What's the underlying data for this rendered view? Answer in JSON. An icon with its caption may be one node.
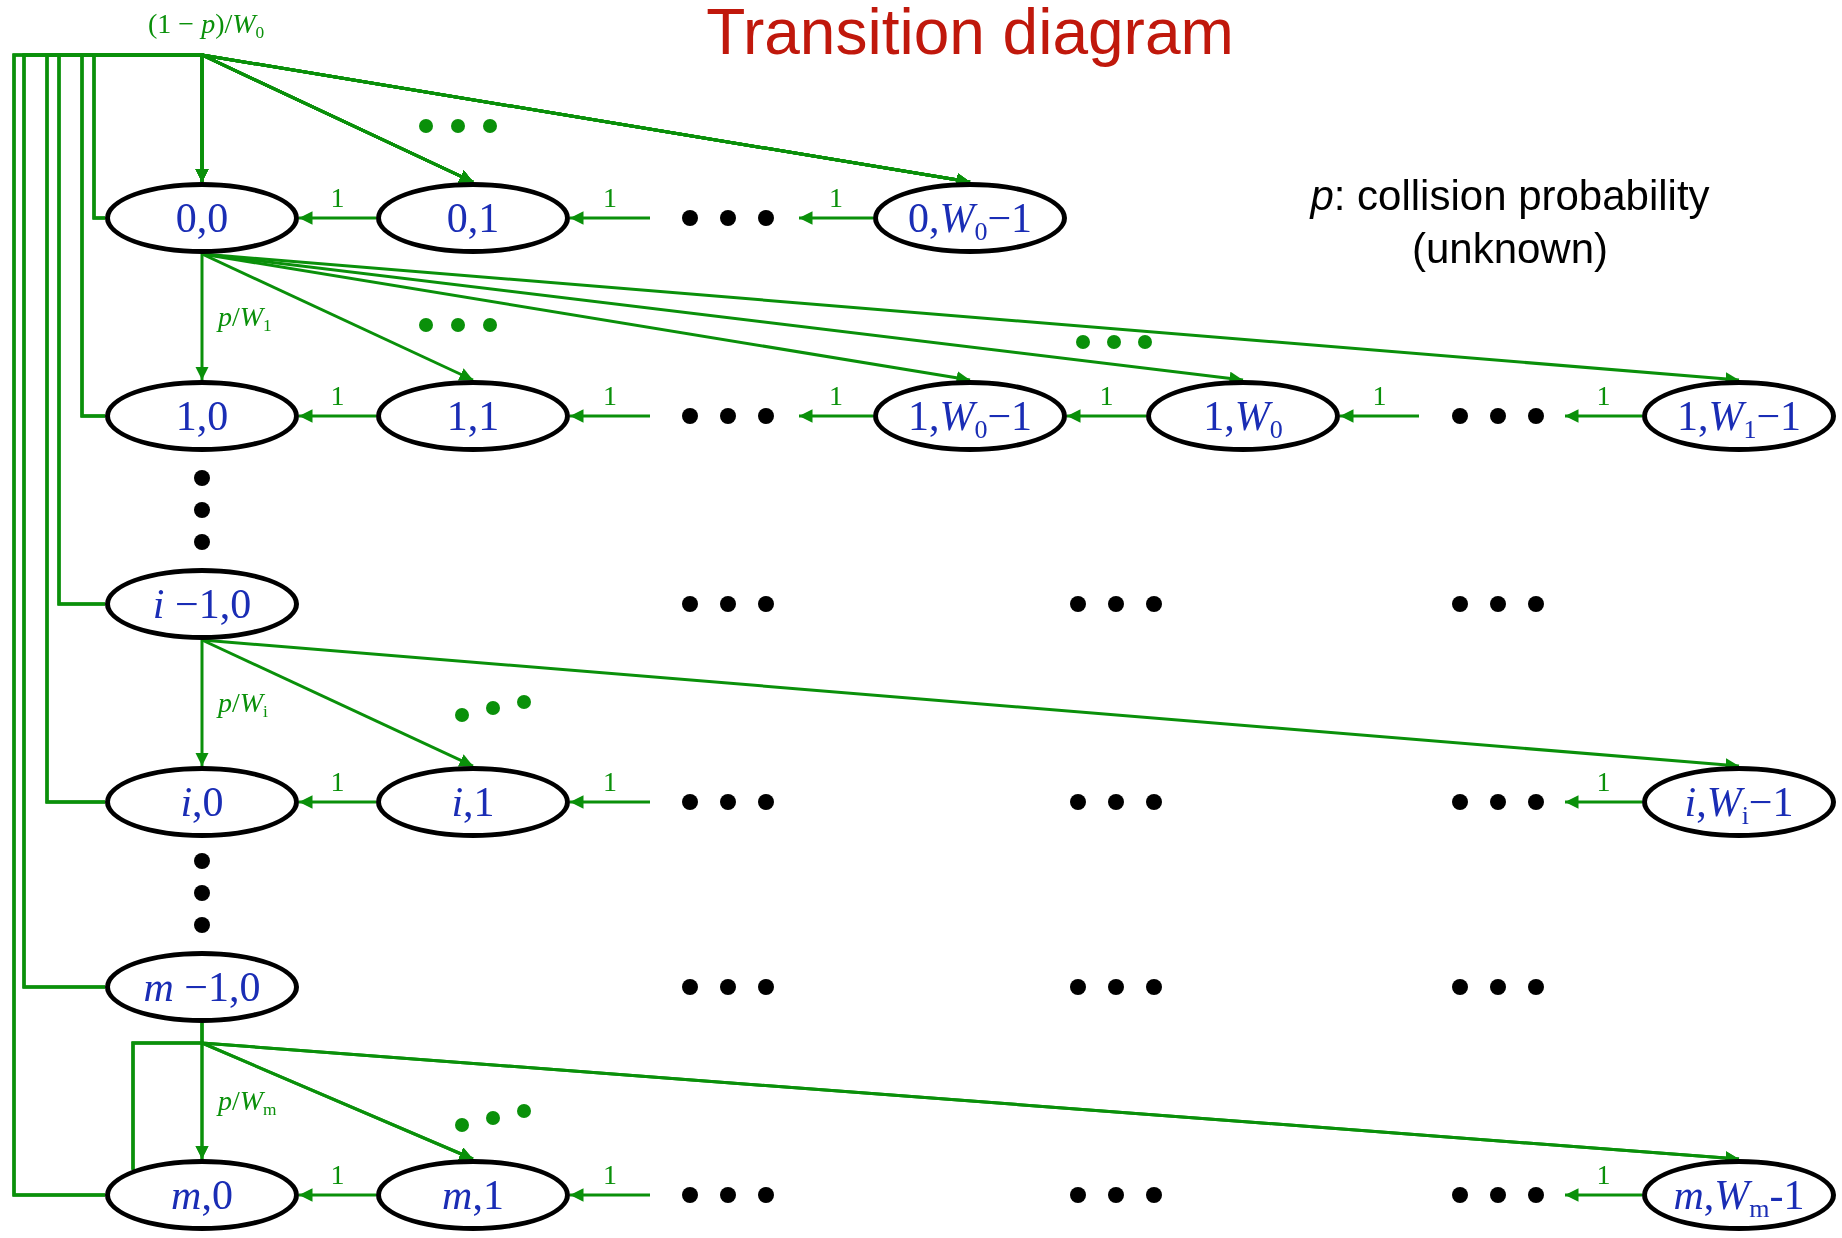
{
  "diagram": {
    "title": "Transition diagram",
    "nodes": [
      {
        "text": [
          "0,0"
        ]
      },
      {
        "text": [
          "0,1"
        ]
      },
      {
        "text": [
          "0,*W*$_{0}$−1"
        ]
      },
      {
        "text": [
          "1,0"
        ]
      },
      {
        "text": [
          "1,1"
        ]
      },
      {
        "text": [
          "1,*W*$_{0}$−1"
        ]
      },
      {
        "text": [
          "1,*W*$_{0}$"
        ]
      },
      {
        "text": [
          "1,*W*$_{1}$−1"
        ]
      },
      {
        "text": [
          "*i* −1,0"
        ]
      },
      {
        "text": [
          "*i*,0"
        ]
      },
      {
        "text": [
          "*i*,1"
        ]
      },
      {
        "text": [
          "*i*,*W*$_{i}$−1"
        ]
      },
      {
        "text": [
          "*m* −1,0"
        ]
      },
      {
        "text": [
          "*m*,0"
        ]
      },
      {
        "text": [
          "*m*,1"
        ]
      },
      {
        "text": [
          "*m*,*W*$_{m}$-1"
        ]
      }
    ],
    "edges": [
      {
        "from": 0,
        "to": 0,
        "arrow": "to"
      },
      {
        "from": 0,
        "to": 1,
        "arrow": "to"
      },
      {
        "from": 0,
        "to": 2,
        "arrow": "to"
      },
      {
        "from": 3,
        "to": 0,
        "arrow": "to"
      },
      {
        "from": 3,
        "to": 1,
        "arrow": "to"
      },
      {
        "from": 3,
        "to": 2,
        "arrow": "to"
      },
      {
        "from": 8,
        "to": 0,
        "arrow": "to"
      },
      {
        "from": 8,
        "to": 1,
        "arrow": "to"
      },
      {
        "from": 8,
        "to": 2,
        "arrow": "to"
      },
      {
        "from": 9,
        "to": 0,
        "arrow": "to"
      },
      {
        "from": 9,
        "to": 1,
        "arrow": "to"
      },
      {
        "from": 9,
        "to": 2,
        "arrow": "to"
      },
      {
        "from": 12,
        "to": 0,
        "arrow": "to"
      },
      {
        "from": 12,
        "to": 1,
        "arrow": "to"
      },
      {
        "from": 12,
        "to": 2,
        "arrow": "to"
      },
      {
        "from": 13,
        "to": 0,
        "arrow": "to"
      },
      {
        "from": 13,
        "to": 1,
        "arrow": "to"
      },
      {
        "from": 13,
        "to": 2,
        "arrow": "to"
      },
      {
        "from": 1,
        "to": 0,
        "arrow": "to",
        "label": "1"
      },
      {
        "from": null,
        "to": 1,
        "arrow": "to",
        "label": "1"
      },
      {
        "from": 2,
        "to": null,
        "arrow": "to",
        "label": "1"
      },
      {
        "from": 0,
        "to": 3,
        "arrow": "to",
        "label": "*p*/*W*$_{1}$"
      },
      {
        "from": 0,
        "to": 4,
        "arrow": "to"
      },
      {
        "from": 0,
        "to": 5,
        "arrow": "to"
      },
      {
        "from": 0,
        "to": 6,
        "arrow": "to"
      },
      {
        "from": 0,
        "to": 7,
        "arrow": "to"
      },
      {
        "from": 4,
        "to": 3,
        "arrow": "to",
        "label": "1"
      },
      {
        "from": null,
        "to": 4,
        "arrow": "to",
        "label": "1"
      },
      {
        "from": 5,
        "to": null,
        "arrow": "to",
        "label": "1"
      },
      {
        "from": 6,
        "to": 5,
        "arrow": "to",
        "label": "1"
      },
      {
        "from": null,
        "to": 6,
        "arrow": "to",
        "label": "1"
      },
      {
        "from": 7,
        "to": null,
        "arrow": "to",
        "label": "1"
      },
      {
        "from": 8,
        "to": 9,
        "arrow": "to",
        "label": "*p*/*W*$_{i}$"
      },
      {
        "from": 8,
        "to": 10,
        "arrow": "to"
      },
      {
        "from": 8,
        "to": 11,
        "arrow": "to"
      },
      {
        "from": 10,
        "to": 9,
        "arrow": "to",
        "label": "1"
      },
      {
        "from": null,
        "to": 10,
        "arrow": "to",
        "label": "1"
      },
      {
        "from": 11,
        "to": null,
        "arrow": "to",
        "label": "1"
      },
      {
        "from": 12,
        "to": 13,
        "arrow": "to",
        "label": "*p*/*W*$_{m}$"
      },
      {
        "from": 12,
        "to": 14,
        "arrow": "to"
      },
      {
        "from": 12,
        "to": 15,
        "arrow": "to"
      },
      {
        "from": 13,
        "to": 13,
        "arrow": "to"
      },
      {
        "from": 13,
        "to": 14,
        "arrow": "to"
      },
      {
        "from": 13,
        "to": 15,
        "arrow": "to"
      },
      {
        "from": 14,
        "to": 13,
        "arrow": "to",
        "label": "1"
      },
      {
        "from": null,
        "to": 14,
        "arrow": "to",
        "label": "1"
      },
      {
        "from": 15,
        "to": null,
        "arrow": "to",
        "label": "1"
      }
    ],
    "labels": [
      "(1 − *p*)/*W*$_{0}$",
      "*p*: collision probability (unknown)"
    ]
  }
}
